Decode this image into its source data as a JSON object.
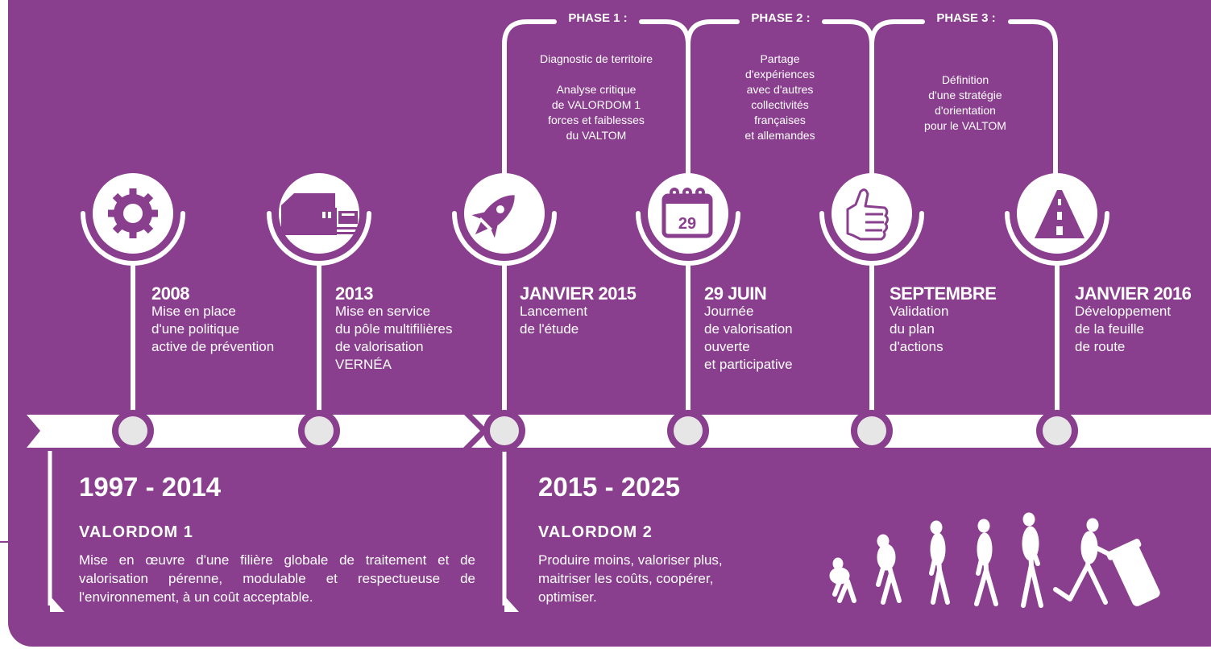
{
  "colors": {
    "background": "#8a3f8e",
    "foreground": "#ffffff",
    "node_fill": "#e6e6e6"
  },
  "phases": [
    {
      "label": "PHASE 1 :",
      "description": "Diagnostic de territoire\n\nAnalyse critique\nde VALORDOM 1\nforces et faiblesses\ndu VALTOM"
    },
    {
      "label": "PHASE 2 :",
      "description": "Partage\nd'expériences\navec d'autres\ncollectivités\nfrançaises\net allemandes"
    },
    {
      "label": "PHASE 3 :",
      "description": "Définition\nd'une stratégie\nd'orientation\npour le VALTOM"
    }
  ],
  "milestones": [
    {
      "icon": "gear-icon",
      "date": "2008",
      "description": "Mise en place\nd'une politique\nactive de prévention"
    },
    {
      "icon": "building-icon",
      "date": "2013",
      "description": "Mise en service\ndu pôle multifilières\nde valorisation\nVERNÉA"
    },
    {
      "icon": "rocket-icon",
      "date": "JANVIER 2015",
      "description": "Lancement\nde l'étude"
    },
    {
      "icon": "calendar-icon",
      "calendar_day": "29",
      "date": "29 JUIN",
      "description": "Journée\nde valorisation\nouverte\net participative"
    },
    {
      "icon": "thumbs-up-icon",
      "date": "SEPTEMBRE",
      "description": "Validation\ndu plan\nd'actions"
    },
    {
      "icon": "road-icon",
      "date": "JANVIER 2016",
      "description": "Développement\nde la feuille\nde route"
    }
  ],
  "eras": [
    {
      "years": "1997 - 2014",
      "name": "VALORDOM 1",
      "description": "Mise en œuvre d'une filière globale de traitement et de valorisation pérenne, modulable et respectueuse de l'environnement, à un coût acceptable."
    },
    {
      "years": "2015 - 2025",
      "name": "VALORDOM 2",
      "description": "Produire moins, valoriser plus,\nmaitriser les coûts, coopérer,\noptimiser."
    }
  ],
  "illustration": {
    "icon": "evolution-icon"
  }
}
